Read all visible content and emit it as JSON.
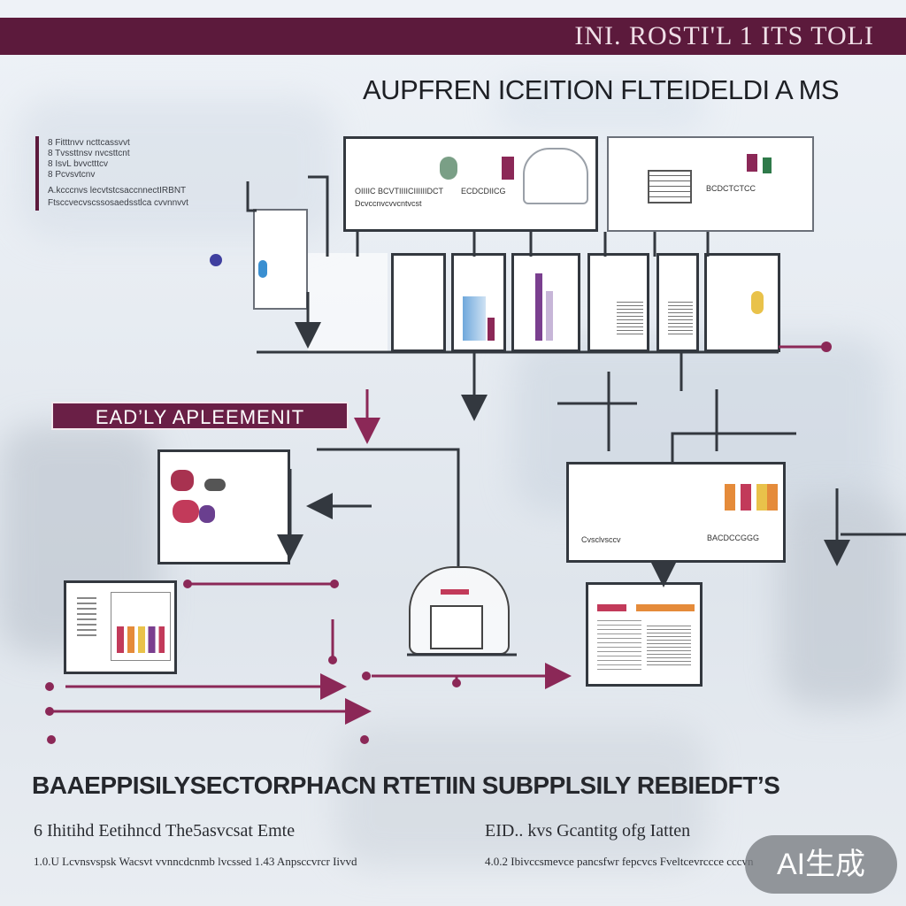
{
  "header": {
    "label": "INI. ROSTI'L 1  ITS TOLI"
  },
  "diagram": {
    "title": "AUPFREN ICEITION  FLTEIDELDI A MS",
    "legend": {
      "lines": [
        "8 Fitttnvv ncttcassvvt",
        "8 Tvssttnsv nvcsttcnt",
        "8 IsvL bvvctttcv",
        "8 Pcvsvtcnv",
        "A.kcccnvs lecvtstcsaccnnectIRBNT",
        "Ftsccvecvscssosaedsstlca cvvnnvvt"
      ]
    },
    "top_panels": {
      "left_caption_1": "OIIIIC BCVTIIIICIIIIIIDCT",
      "left_caption_2": "Dcvccnvcvvcntvcst",
      "left_caption_3": "ECDCDIICG",
      "right_caption": "BCDCTCTCC"
    },
    "tag_label": "EAD’LY APLEEMENIT",
    "right_panel_caption_1": "Cvsclvsccv",
    "right_panel_caption_2": "BACDCCGGG"
  },
  "footer": {
    "title": "BAAEPPISILYSECTORPHACN RTETIIN SUBPPLSILY REBIEDFT’S",
    "note_left": "6 Ihitihd  Eetihncd  The5asvcsat Emte",
    "note_right": "EID.. kvs  Gcantitg ofg Iatten",
    "note_left_small": "1.0.U  Lcvnsvspsk    Wacsvt  vvnncdcnmb lvcssed    1.43 Anpsccvrcr  Iivvd",
    "note_right_small": "4.0.2  Ibivccsmevce pancsfwr fepcvcs Fveltcevrccce  cccvn"
  },
  "badge": {
    "label": "AI生成"
  },
  "colors": {
    "accent": "#5c1a3c",
    "accent_light": "#8b2857",
    "frame": "#33383f",
    "bar_colors": [
      "#c23a5a",
      "#e58b3a",
      "#e9c24a",
      "#7a3f8f",
      "#3f6fb0"
    ]
  }
}
